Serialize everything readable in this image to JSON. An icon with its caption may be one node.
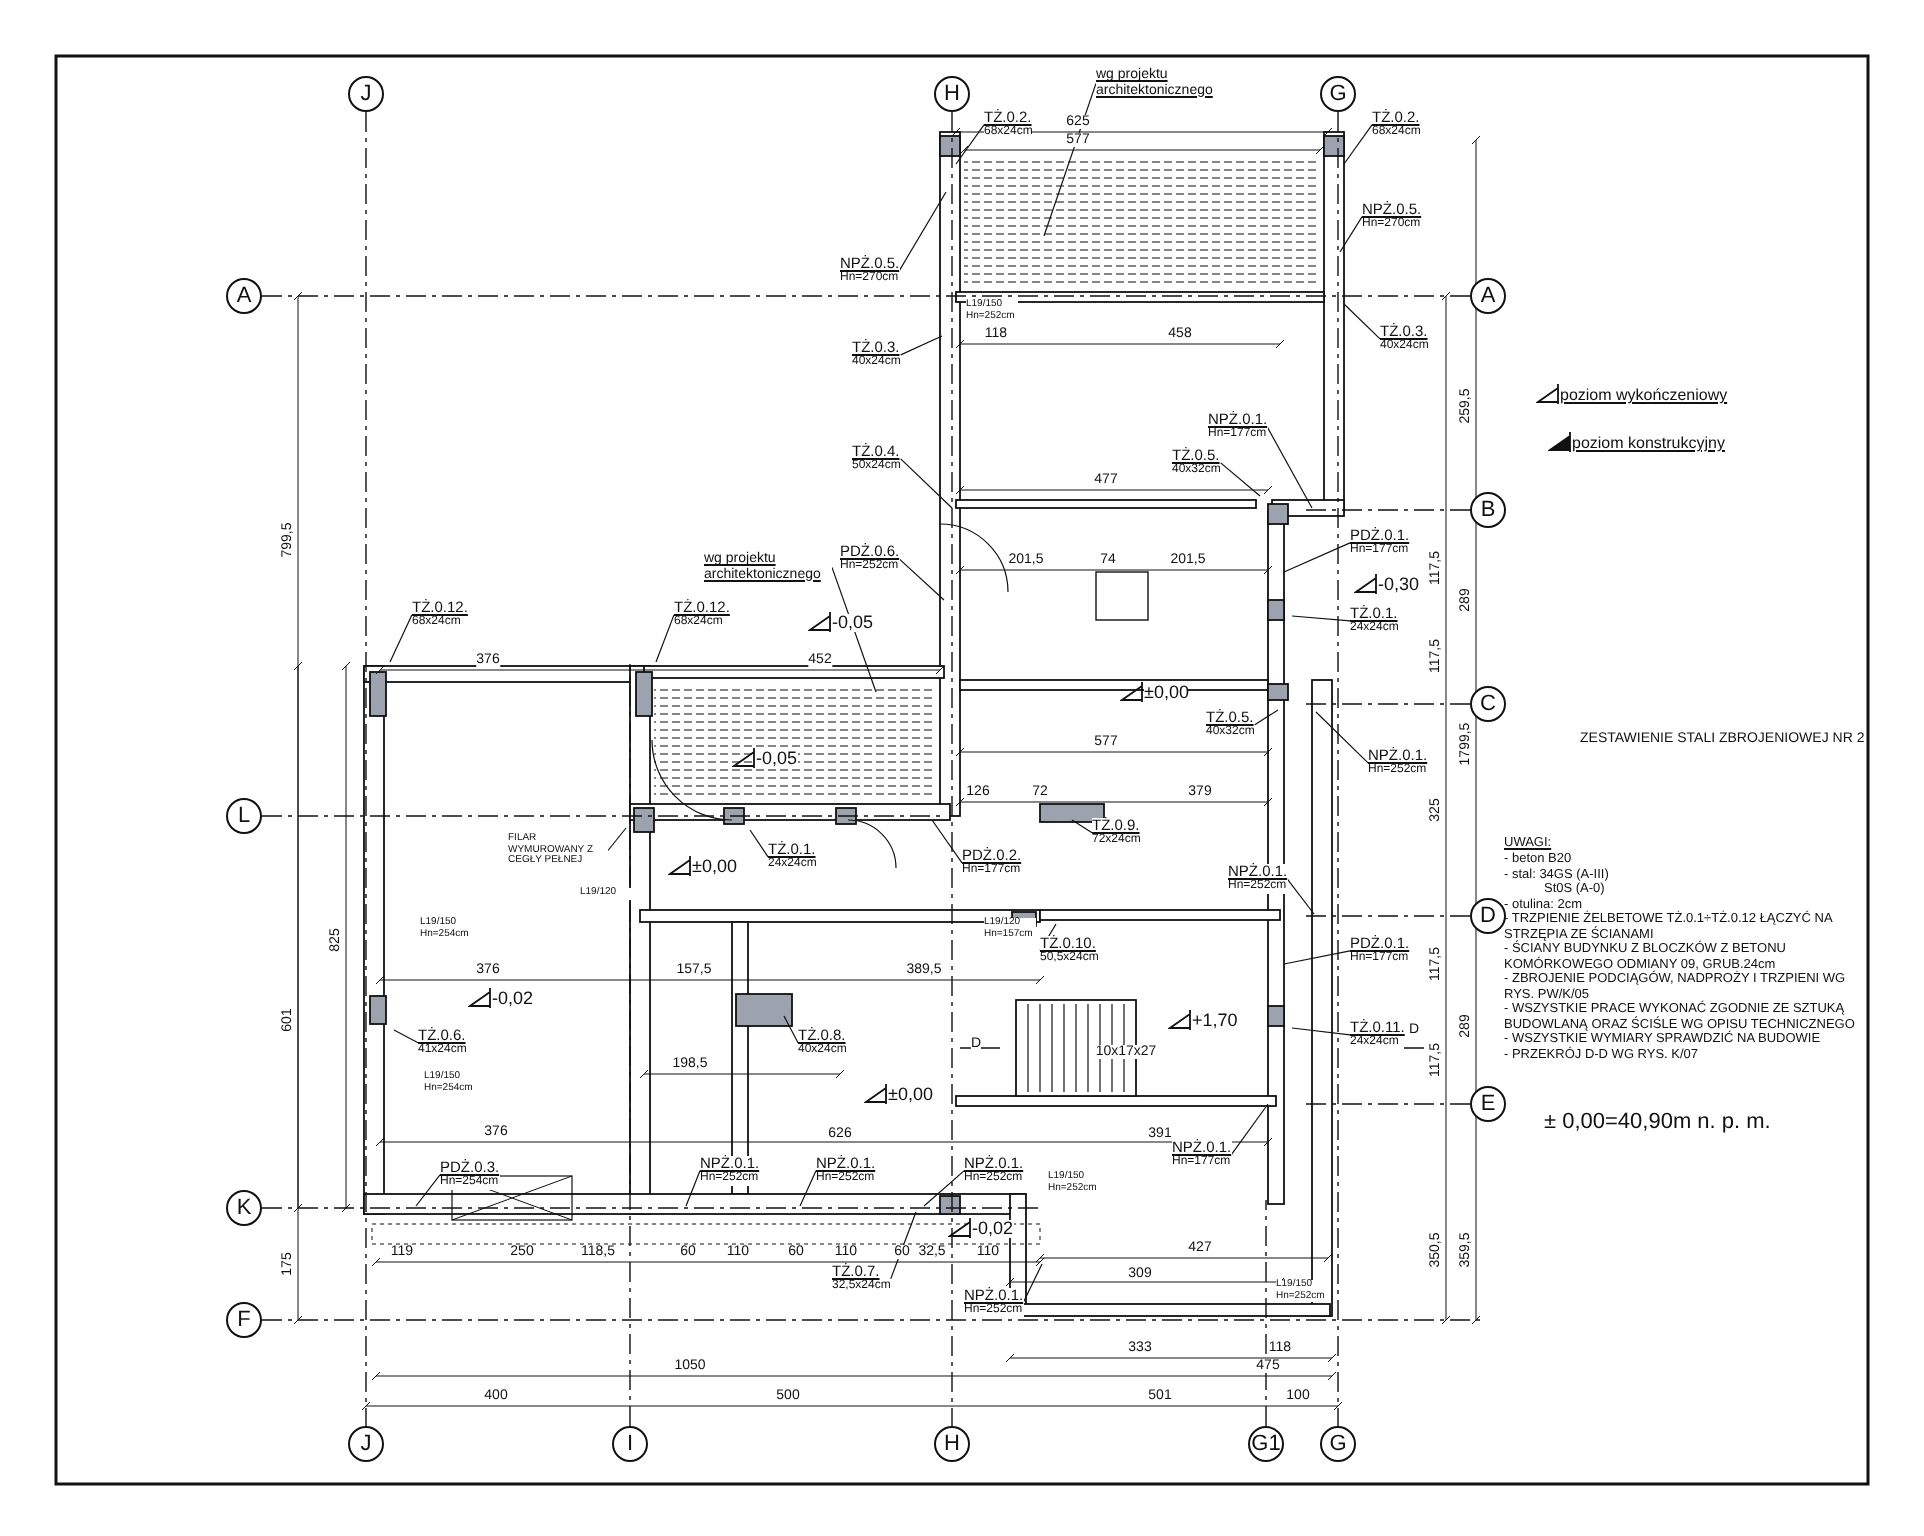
{
  "diagram": {
    "nodes": [
      {
        "text": [
          "J"
        ]
      },
      {
        "text": [
          "H"
        ]
      },
      {
        "text": [
          "G"
        ]
      },
      {
        "text": [
          "A"
        ]
      },
      {
        "text": [
          "A"
        ]
      },
      {
        "text": [
          "B"
        ]
      },
      {
        "text": [
          "C"
        ]
      },
      {
        "text": [
          "L"
        ]
      },
      {
        "text": [
          "D"
        ]
      },
      {
        "text": [
          "E"
        ]
      },
      {
        "text": [
          "K"
        ]
      },
      {
        "text": [
          "F"
        ]
      },
      {
        "text": [
          "J"
        ]
      },
      {
        "text": [
          "I"
        ]
      },
      {
        "text": [
          "H"
        ]
      },
      {
        "text": [
          "G1"
        ]
      },
      {
        "text": [
          "G"
        ]
      },
      {
        "text": [
          "wg projektu architektonicznego"
        ]
      },
      {
        "text": [
          "TŻ.0.2.",
          "68x24cm"
        ]
      },
      {
        "text": [
          "TŻ.0.2.",
          "68x24cm"
        ]
      },
      {
        "text": [
          "NPŻ.0.5.",
          "Hn=270cm"
        ]
      },
      {
        "text": [
          "NPŻ.0.5.",
          "Hn=270cm"
        ]
      },
      {
        "text": [
          "TŻ.0.3.",
          "40x24cm"
        ]
      },
      {
        "text": [
          "TŻ.0.3.",
          "40x24cm"
        ]
      },
      {
        "text": [
          "TŻ.0.4.",
          "50x24cm"
        ]
      },
      {
        "text": [
          "NPŻ.0.1.",
          "Hn=177cm"
        ]
      },
      {
        "text": [
          "TŻ.0.5.",
          "40x32cm"
        ]
      },
      {
        "text": [
          "wg projektu architektonicznego"
        ]
      },
      {
        "text": [
          "PDŻ.0.6.",
          "Hn=252cm"
        ]
      },
      {
        "text": [
          "PDŻ.0.1.",
          "Hn=177cm"
        ]
      },
      {
        "text": [
          "TŻ.0.1.",
          "24x24cm"
        ]
      },
      {
        "text": [
          "TŻ.0.12.",
          "68x24cm"
        ]
      },
      {
        "text": [
          "TŻ.0.12.",
          "68x24cm"
        ]
      },
      {
        "text": [
          "TŻ.0.5.",
          "40x32cm"
        ]
      },
      {
        "text": [
          "NPŻ.0.1.",
          "Hn=252cm"
        ]
      },
      {
        "text": [
          "FILAR WYMUROWANY Z CEGŁY PEŁNEJ"
        ]
      },
      {
        "text": [
          "TŻ.0.1.",
          "24x24cm"
        ]
      },
      {
        "text": [
          "PDŻ.0.2.",
          "Hn=177cm"
        ]
      },
      {
        "text": [
          "TŻ.0.9.",
          "72x24cm"
        ]
      },
      {
        "text": [
          "NPŻ.0.1.",
          "Hn=252cm"
        ]
      },
      {
        "text": [
          "TŻ.0.10.",
          "50,5x24cm"
        ]
      },
      {
        "text": [
          "PDŻ.0.1.",
          "Hn=177cm"
        ]
      },
      {
        "text": [
          "TŻ.0.6.",
          "41x24cm"
        ]
      },
      {
        "text": [
          "TŻ.0.8.",
          "40x24cm"
        ]
      },
      {
        "text": [
          "TŻ.0.11.",
          "24x24cm"
        ]
      },
      {
        "text": [
          "PDŻ.0.3.",
          "Hn=254cm"
        ]
      },
      {
        "text": [
          "NPŻ.0.1.",
          "Hn=252cm"
        ]
      },
      {
        "text": [
          "NPŻ.0.1.",
          "Hn=252cm"
        ]
      },
      {
        "text": [
          "NPŻ.0.1.",
          "Hn=252cm"
        ]
      },
      {
        "text": [
          "NPŻ.0.1.",
          "Hn=177cm"
        ]
      },
      {
        "text": [
          "TŻ.0.7.",
          "32,5x24cm"
        ]
      },
      {
        "text": [
          "NPŻ.0.1.",
          "Hn=252cm"
        ]
      }
    ],
    "edges": [
      {
        "from": 0,
        "to": 12,
        "arrow": "none",
        "style": "dashed"
      },
      {
        "from": 1,
        "to": 14,
        "arrow": "none",
        "style": "dashed"
      },
      {
        "from": 2,
        "to": 16,
        "arrow": "none",
        "style": "dashed"
      },
      {
        "from": 3,
        "to": 4,
        "arrow": "none",
        "style": "dashed"
      },
      {
        "from": 5,
        "to": null,
        "arrow": "none",
        "style": "dashed"
      },
      {
        "from": 6,
        "to": null,
        "arrow": "none",
        "style": "dashed"
      },
      {
        "from": 7,
        "to": null,
        "arrow": "none",
        "style": "dashed"
      },
      {
        "from": 8,
        "to": null,
        "arrow": "none",
        "style": "dashed"
      },
      {
        "from": 9,
        "to": null,
        "arrow": "none",
        "style": "dashed"
      },
      {
        "from": 10,
        "to": null,
        "arrow": "none",
        "style": "dashed"
      },
      {
        "from": 11,
        "to": null,
        "arrow": "none",
        "style": "dashed"
      },
      {
        "from": 13,
        "to": null,
        "arrow": "none",
        "style": "dashed"
      },
      {
        "from": 15,
        "to": null,
        "arrow": "none",
        "style": "dashed"
      },
      {
        "from": 17,
        "to": null,
        "arrow": "none"
      },
      {
        "from": 18,
        "to": null,
        "arrow": "none"
      },
      {
        "from": 19,
        "to": null,
        "arrow": "none"
      },
      {
        "from": 20,
        "to": null,
        "arrow": "none"
      },
      {
        "from": 21,
        "to": null,
        "arrow": "none"
      },
      {
        "from": 22,
        "to": null,
        "arrow": "none"
      },
      {
        "from": 23,
        "to": null,
        "arrow": "none"
      },
      {
        "from": 24,
        "to": null,
        "arrow": "none"
      },
      {
        "from": 25,
        "to": null,
        "arrow": "none"
      },
      {
        "from": 26,
        "to": null,
        "arrow": "none"
      },
      {
        "from": 27,
        "to": null,
        "arrow": "none"
      },
      {
        "from": 28,
        "to": null,
        "arrow": "none"
      },
      {
        "from": 29,
        "to": null,
        "arrow": "none"
      },
      {
        "from": 30,
        "to": null,
        "arrow": "none"
      },
      {
        "from": 31,
        "to": null,
        "arrow": "none"
      },
      {
        "from": 32,
        "to": null,
        "arrow": "none"
      },
      {
        "from": 33,
        "to": null,
        "arrow": "none"
      },
      {
        "from": 34,
        "to": null,
        "arrow": "none"
      },
      {
        "from": 35,
        "to": null,
        "arrow": "none"
      },
      {
        "from": 36,
        "to": null,
        "arrow": "none"
      },
      {
        "from": 37,
        "to": null,
        "arrow": "none"
      },
      {
        "from": 38,
        "to": null,
        "arrow": "none"
      },
      {
        "from": 39,
        "to": null,
        "arrow": "none"
      },
      {
        "from": 40,
        "to": null,
        "arrow": "none"
      },
      {
        "from": 41,
        "to": null,
        "arrow": "none"
      },
      {
        "from": 42,
        "to": null,
        "arrow": "none"
      },
      {
        "from": 43,
        "to": null,
        "arrow": "none"
      },
      {
        "from": 44,
        "to": null,
        "arrow": "none"
      },
      {
        "from": 45,
        "to": null,
        "arrow": "none"
      },
      {
        "from": 46,
        "to": null,
        "arrow": "none"
      },
      {
        "from": 47,
        "to": null,
        "arrow": "none"
      },
      {
        "from": 48,
        "to": null,
        "arrow": "none"
      },
      {
        "from": 49,
        "to": null,
        "arrow": "none"
      },
      {
        "from": 50,
        "to": null,
        "arrow": "none"
      },
      {
        "from": 51,
        "to": null,
        "arrow": "none"
      }
    ],
    "labels": [
      "625",
      "577",
      "118",
      "458",
      "477",
      "201,5",
      "74",
      "201,5",
      "376",
      "452",
      "-0,05",
      "-0,05",
      "-0,30",
      "±0,00",
      "577",
      "126",
      "72",
      "379",
      "±0,00",
      "L19/150 Hn=252cm",
      "L19/120",
      "L19/150 Hn=254cm",
      "L19/120 Hn=157cm",
      "376",
      "157,5",
      "389,5",
      "-0,02",
      "10x17x27",
      "+1,70",
      "D",
      "D",
      "L19/150 Hn=254cm",
      "198,5",
      "±0,00",
      "376",
      "626",
      "391",
      "L19/150 Hn=252cm",
      "-0,02",
      "119",
      "250",
      "118,5",
      "60",
      "110",
      "60",
      "110",
      "60",
      "32,5",
      "110",
      "427",
      "309",
      "L19/150 Hn=252cm",
      "333",
      "118",
      "1050",
      "475",
      "400",
      "500",
      "501",
      "100",
      "799,5",
      "825",
      "601",
      "175",
      "259,5",
      "117,5",
      "289",
      "117,5",
      "1799,5",
      "325",
      "117,5",
      "289",
      "117,5",
      "350,5",
      "359,5",
      "ZESTAWIENIE STALI ZBROJENIOWEJ NR 2",
      "UWAGI:",
      "- beton B20",
      "- stal: 34GS (A-III)",
      "St0S (A-0)",
      "- otulina: 2cm",
      "- TRZPIENIE ŻELBETOWE TŻ.0.1÷TŻ.0.12 ŁĄCZYĆ NA STRZĘPIA ZE ŚCIANAMI",
      "- ŚCIANY BUDYNKU Z BLOCZKÓW Z BETONU KOMÓRKOWEGO ODMIANY 09, GRUB.24cm",
      "- ZBROJENIE PODCIĄGÓW, NADPROŻY I TRZPIENI WG RYS. PW/K/05",
      "- WSZYSTKIE PRACE WYKONAĆ ZGODNIE ZE SZTUKĄ BUDOWLANĄ ORAZ ŚCIŚLE WG OPISU TECHNICZNEGO",
      "- WSZYSTKIE WYMIARY SPRAWDZIĆ NA BUDOWIE",
      "- PRZEKRÓJ D-D WG RYS. K/07",
      "± 0,00=40,90m n. p. m."
    ],
    "legend": [
      {
        "text": "poziom wykończeniowy"
      },
      {
        "text": "poziom konstrukcyjny"
      }
    ]
  }
}
